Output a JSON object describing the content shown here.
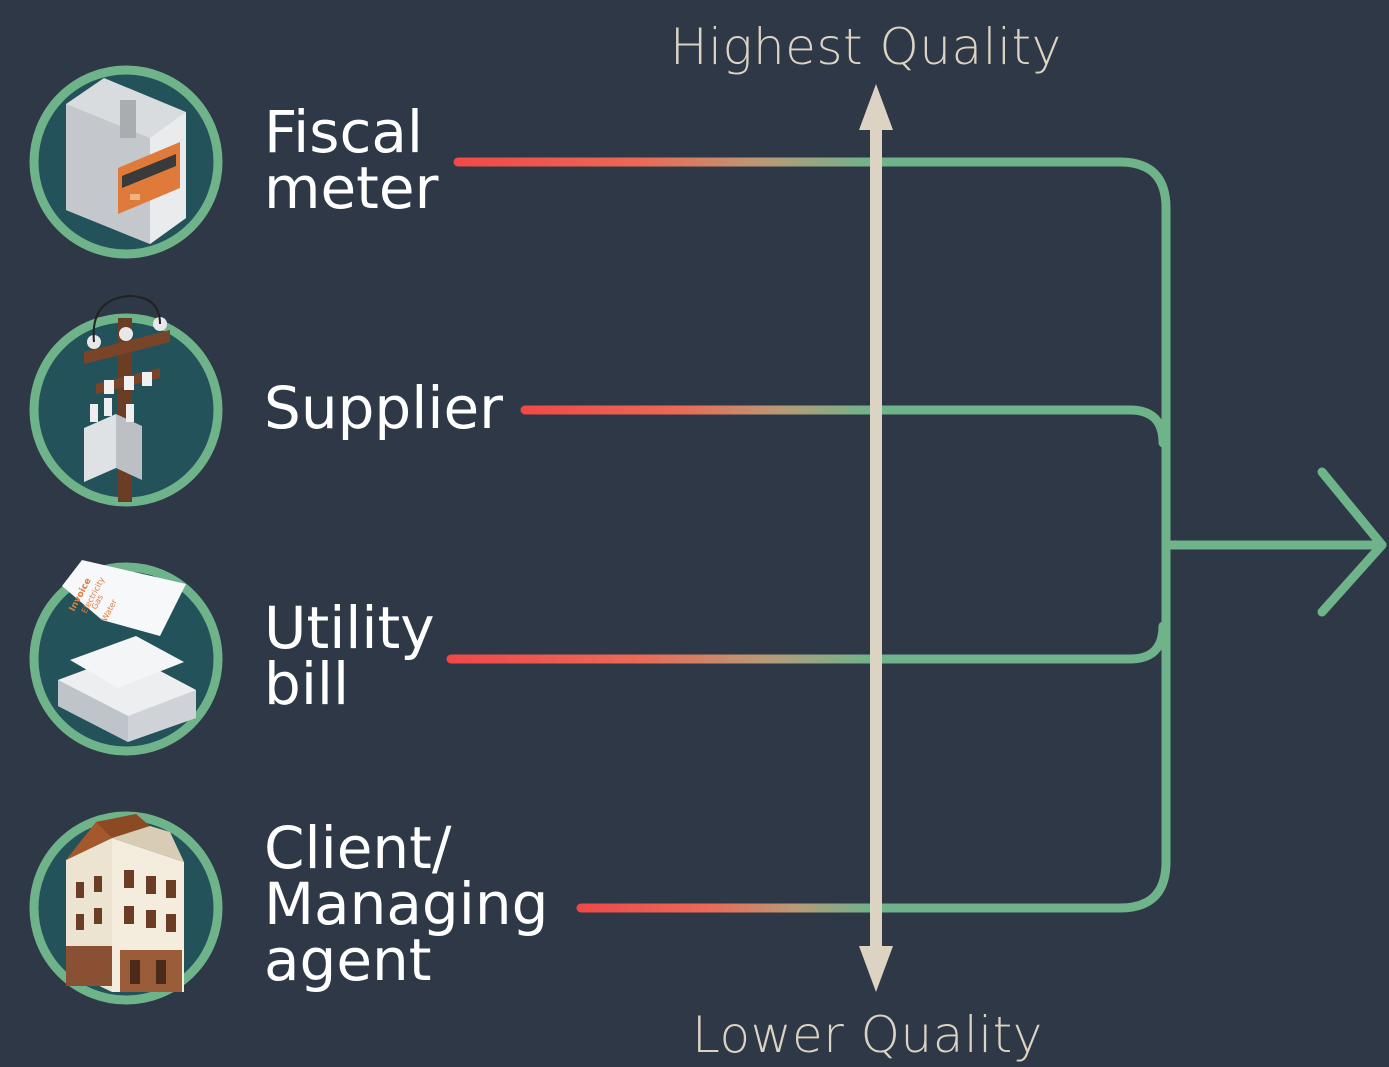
{
  "axis": {
    "top_label": "Highest Quality",
    "bottom_label": "Lower Quality"
  },
  "sources": [
    {
      "line1": "Fiscal",
      "line2": "meter",
      "line3": "",
      "icon": "electricity-meter-icon"
    },
    {
      "line1": "Supplier",
      "line2": "",
      "line3": "",
      "icon": "utility-pole-transformer-icon"
    },
    {
      "line1": "Utility",
      "line2": "bill",
      "line3": "",
      "icon": "invoice-papers-icon"
    },
    {
      "line1": "Client/",
      "line2": "Managing",
      "line3": "agent",
      "icon": "building-icon"
    }
  ],
  "icon_text": {
    "invoice": "Invoice",
    "electricity": "Electricity",
    "gas": "Gas",
    "water": "Water"
  },
  "colors": {
    "background": "#2e3847",
    "green": "#6fb38a",
    "red": "#f04848",
    "axis": "#dcd3c2",
    "icon_fill": "#24525a",
    "accent_orange": "#e07a3a"
  }
}
